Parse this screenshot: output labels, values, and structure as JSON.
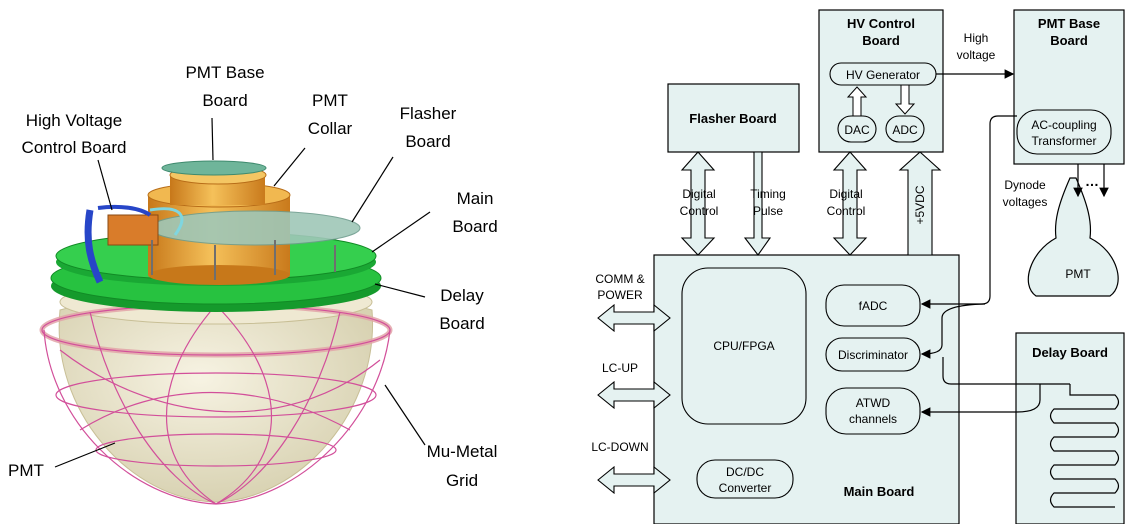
{
  "left": {
    "callouts": {
      "pmt_base_board": [
        "PMT Base",
        "Board"
      ],
      "pmt_collar": [
        "PMT",
        "Collar"
      ],
      "hv_control_board": [
        "High Voltage",
        "Control Board"
      ],
      "flasher_board": [
        "Flasher",
        "Board"
      ],
      "main_board": [
        "Main",
        "Board"
      ],
      "delay_board": [
        "Delay",
        "Board"
      ],
      "pmt": "PMT",
      "mu_metal_grid": [
        "Mu-Metal",
        "Grid"
      ]
    }
  },
  "right": {
    "hv_control_board": {
      "title": [
        "HV Control",
        "Board"
      ],
      "hv_generator": "HV Generator",
      "dac": "DAC",
      "adc": "ADC"
    },
    "high_voltage": [
      "High",
      "voltage"
    ],
    "pmt_base_board": {
      "title": [
        "PMT Base",
        "Board"
      ],
      "transformer": [
        "AC-coupling",
        "Transformer"
      ]
    },
    "flasher_board": {
      "title": "Flasher Board"
    },
    "arrows": {
      "digital_control_1": [
        "Digital",
        "Control"
      ],
      "timing_pulse": [
        "Timing",
        "Pulse"
      ],
      "digital_control_2": [
        "Digital",
        "Control"
      ],
      "plus5vdc": "+5VDC"
    },
    "dynode_voltages": [
      "Dynode",
      "voltages"
    ],
    "pmt": "PMT",
    "main_board": {
      "title": "Main Board",
      "cpu_fpga": "CPU/FPGA",
      "fadc": "fADC",
      "discriminator": "Discriminator",
      "atwd": [
        "ATWD",
        "channels"
      ],
      "dcdc": [
        "DC/DC",
        "Converter"
      ]
    },
    "ports": {
      "comm_power": [
        "COMM &",
        "POWER"
      ],
      "lc_up": "LC-UP",
      "lc_down": "LC-DOWN"
    },
    "delay_board": {
      "title": "Delay Board"
    }
  },
  "colors": {
    "board_fill": "#e5f2f1",
    "green_board": "#20b83a",
    "gold_collar": "#e8a12c",
    "mu_metal": "#d24f9a",
    "blue_cable": "#2746c8"
  }
}
